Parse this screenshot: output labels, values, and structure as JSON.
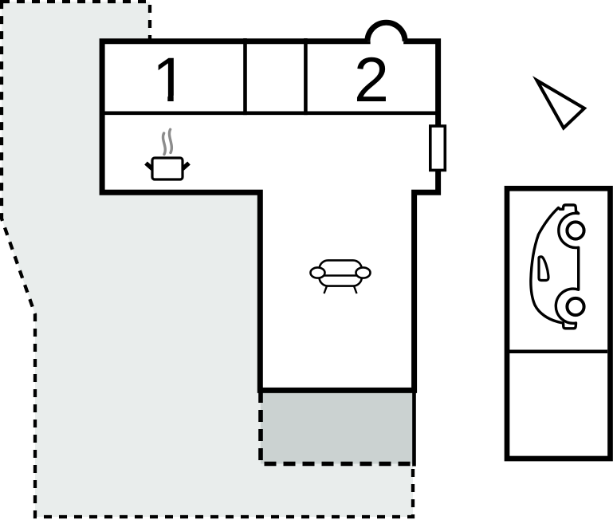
{
  "title": "holiday-home-floor-plan",
  "colors": {
    "background": "#ffffff",
    "line": "#000000",
    "plot_fill": "#e9edec",
    "terrace_fill": "#cbd2d1",
    "steam": "#8c8c8c"
  },
  "rooms": [
    {
      "id": "room-1",
      "label": "1"
    },
    {
      "id": "room-2",
      "label": "2"
    }
  ],
  "areas": {
    "plot": "lawn-plot-dashed",
    "terrace": "terrace-dashed",
    "carport": "carport"
  },
  "icons": {
    "pot": "cooking-pot-icon",
    "steam": "steam-icon",
    "sofa": "sofa-icon",
    "car": "car-icon",
    "north_arrow": "north-arrow-icon",
    "door": "door-arc",
    "window": "window"
  }
}
